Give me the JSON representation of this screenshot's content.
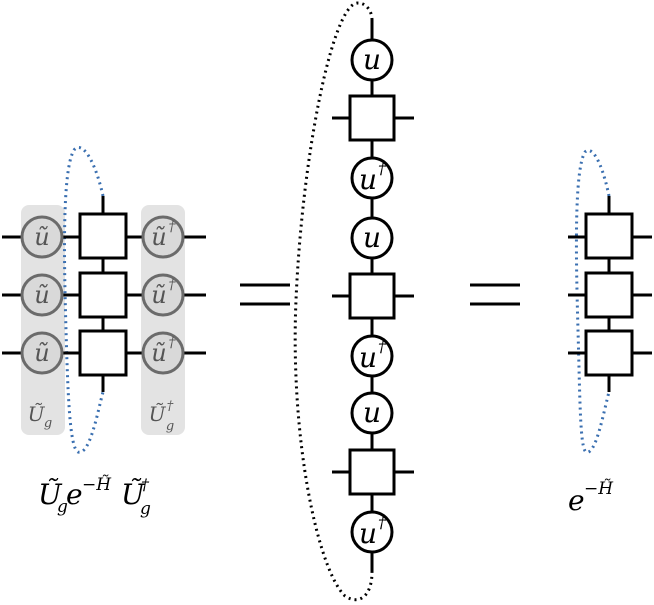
{
  "labels": {
    "gate_u": "u",
    "gate_u_dag": "u",
    "dagger": "†",
    "tilde_u": "ũ",
    "Ug_main": "Ũ",
    "Ug_sub": "g",
    "lhs_expr_U": "Ũ",
    "lhs_expr_g": "g",
    "lhs_expr_e": "e",
    "lhs_expr_exp": "−H̃",
    "rhs_expr_e": "e",
    "rhs_expr_exp": "−H̃"
  },
  "colors": {
    "blue_trace": "#3a6fb0",
    "black_trace": "#000000",
    "gray_box": "#e3e3e3",
    "gray_circle_stroke": "#6b6b6b"
  }
}
